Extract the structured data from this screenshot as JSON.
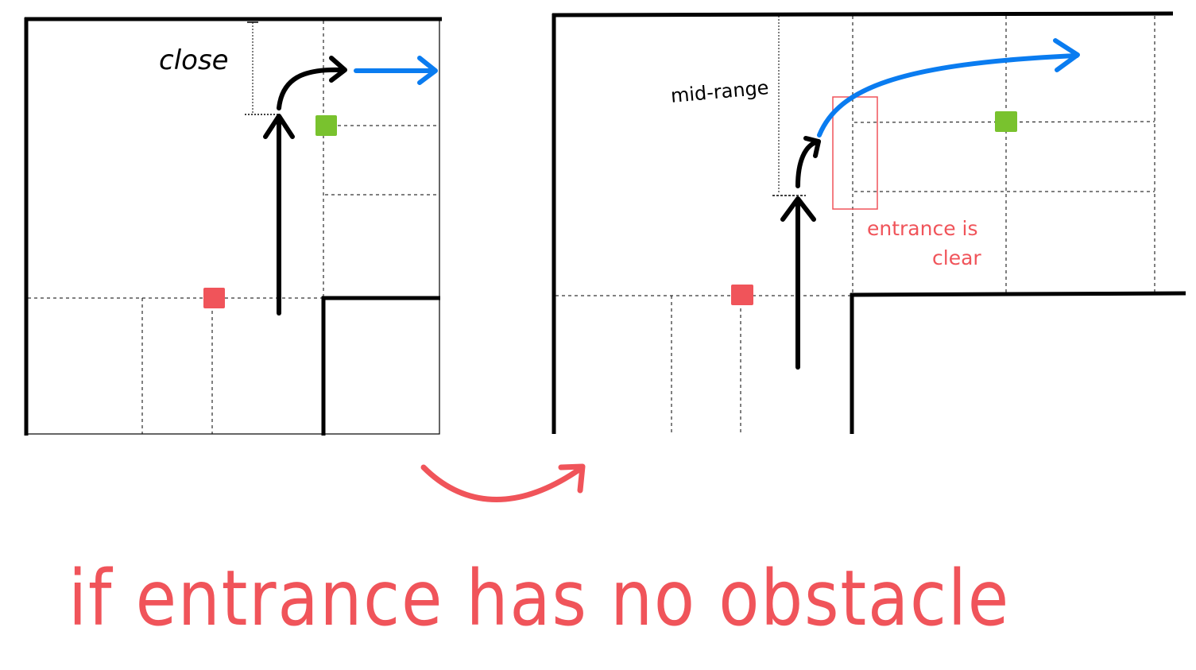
{
  "left_panel": {
    "distance_label": "close"
  },
  "right_panel": {
    "distance_label": "mid-range",
    "note_line1": "entrance is",
    "note_line2": "clear"
  },
  "caption": "if entrance has no obstacle",
  "colors": {
    "wall": "#000000",
    "grid": "#000000",
    "path_black": "#000000",
    "path_blue": "#0a7cf0",
    "marker_red": "#f0545a",
    "marker_green": "#79c22e",
    "annotation_red": "#f0545a",
    "transition_arrow": "#f0545a"
  }
}
